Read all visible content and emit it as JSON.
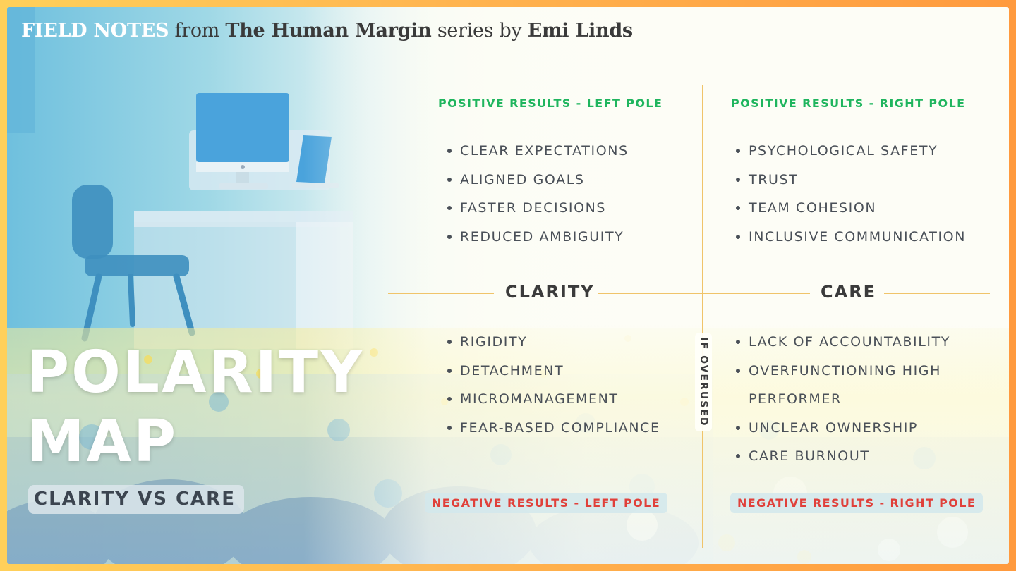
{
  "header": {
    "field_notes": "FIELD NOTES",
    "from": "from",
    "series_title": "The Human Margin",
    "series_by": "series by",
    "author": "Emi Linds"
  },
  "title": {
    "line1": "POLARITY",
    "line2": "MAP",
    "subtitle": "CLARITY VS CARE"
  },
  "axis": {
    "left_pole": "CLARITY",
    "right_pole": "CARE",
    "overused_label": "IF OVERUSED"
  },
  "quadrants": {
    "positive_left": {
      "heading": "POSITIVE RESULTS - LEFT POLE",
      "items": [
        "CLEAR EXPECTATIONS",
        "ALIGNED GOALS",
        "FASTER DECISIONS",
        "REDUCED AMBIGUITY"
      ]
    },
    "positive_right": {
      "heading": "POSITIVE RESULTS - RIGHT POLE",
      "items": [
        "PSYCHOLOGICAL SAFETY",
        "TRUST",
        "TEAM COHESION",
        "INCLUSIVE COMMUNICATION"
      ]
    },
    "negative_left": {
      "heading": "NEGATIVE RESULTS - LEFT POLE",
      "items": [
        "RIGIDITY",
        "DETACHMENT",
        "MICROMANAGEMENT",
        "FEAR-BASED COMPLIANCE"
      ]
    },
    "negative_right": {
      "heading": "NEGATIVE RESULTS - RIGHT POLE",
      "items": [
        "LACK OF ACCOUNTABILITY",
        "OVERFUNCTIONING HIGH",
        "PERFORMER",
        "UNCLEAR OWNERSHIP",
        "CARE BURNOUT"
      ]
    }
  },
  "colors": {
    "positive": "#1fb55e",
    "negative": "#e0403a",
    "axis_line": "#f0c46a",
    "border": "#ffb44f"
  }
}
